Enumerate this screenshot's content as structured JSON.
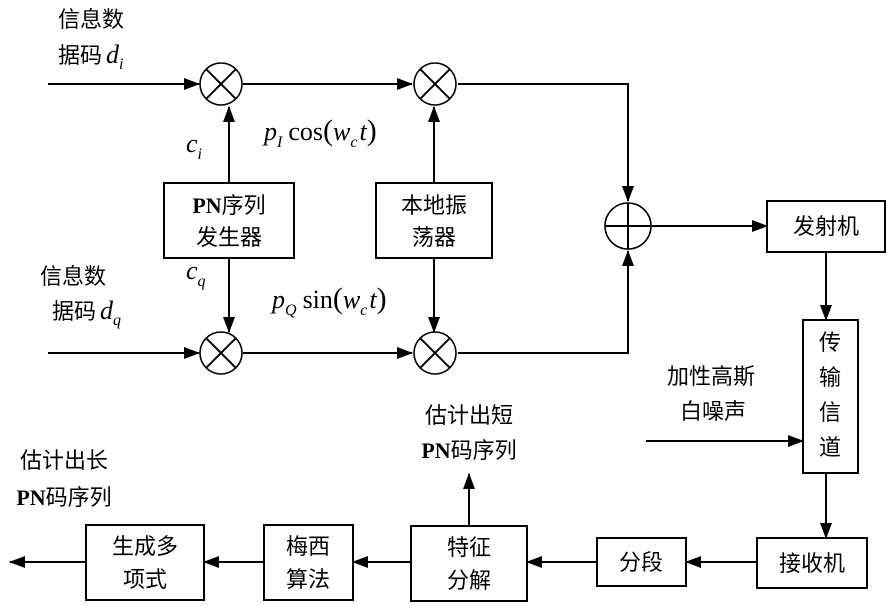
{
  "inputs": {
    "i_line1": "信息数",
    "i_line2": "据码",
    "i_var": "d",
    "i_sub": "i",
    "q_line1": "信息数",
    "q_line2": "据码",
    "q_var": "d",
    "q_sub": "q"
  },
  "codes": {
    "ci_var": "c",
    "ci_sub": "i",
    "cq_var": "c",
    "cq_sub": "q"
  },
  "carriers": {
    "cos": {
      "p": "p",
      "p_sub": "I",
      "fn": "cos",
      "w": "w",
      "w_sub": "c",
      "t": "t"
    },
    "sin": {
      "p": "p",
      "p_sub": "Q",
      "fn": "sin",
      "w": "w",
      "w_sub": "c",
      "t": "t"
    }
  },
  "boxes": {
    "pn_gen": {
      "line1_bold": "PN",
      "line1_rest": "序列",
      "line2": "发生器"
    },
    "osc": {
      "line1": "本地振",
      "line2": "荡器"
    },
    "transmitter": "发射机",
    "channel": [
      "传",
      "输",
      "信",
      "道"
    ],
    "receiver": "接收机",
    "segment": "分段",
    "feature": {
      "line1": "特征",
      "line2": "分解"
    },
    "massey": {
      "line1": "梅西",
      "line2": "算法"
    },
    "poly": {
      "line1": "生成多",
      "line2": "项式"
    }
  },
  "labels": {
    "noise": {
      "line1": "加性高斯",
      "line2": "白噪声"
    },
    "short_pn": {
      "line1": "估计出短",
      "line2_bold": "PN",
      "line2_rest": "码序列"
    },
    "long_pn": {
      "line1": "估计出长",
      "line2_bold": "PN",
      "line2_rest": "码序列"
    }
  }
}
